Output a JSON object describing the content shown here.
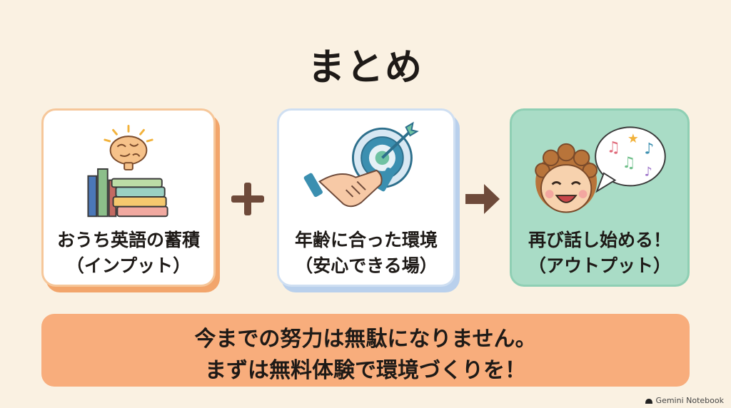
{
  "title": "まとめ",
  "cards": [
    {
      "line1": "おうち英語の蓄積",
      "line2": "（インプット）"
    },
    {
      "line1": "年齢に合った環境",
      "line2": "（安心できる場）"
    },
    {
      "line1": "再び話し始める！",
      "line2": "（アウトプット）"
    }
  ],
  "banner": {
    "line1": "今までの努力は無駄になりません。",
    "line2": "まずは無料体験で環境づくりを！"
  },
  "brand": "Gemini Notebook",
  "icons": [
    "brain-icon",
    "books-icon",
    "plus-icon",
    "target-icon",
    "handshake-icon",
    "arrow-right-icon",
    "child-face-icon",
    "music-speech-bubble-icon",
    "notebook-logo-icon"
  ],
  "colors": {
    "background": "#faf1e2",
    "card1_shadow": "#f2a56b",
    "card2_shadow": "#b9d0ec",
    "card3_bg": "#a9dcc6",
    "banner": "#f8ad7c",
    "operator": "#6e4a3a"
  }
}
